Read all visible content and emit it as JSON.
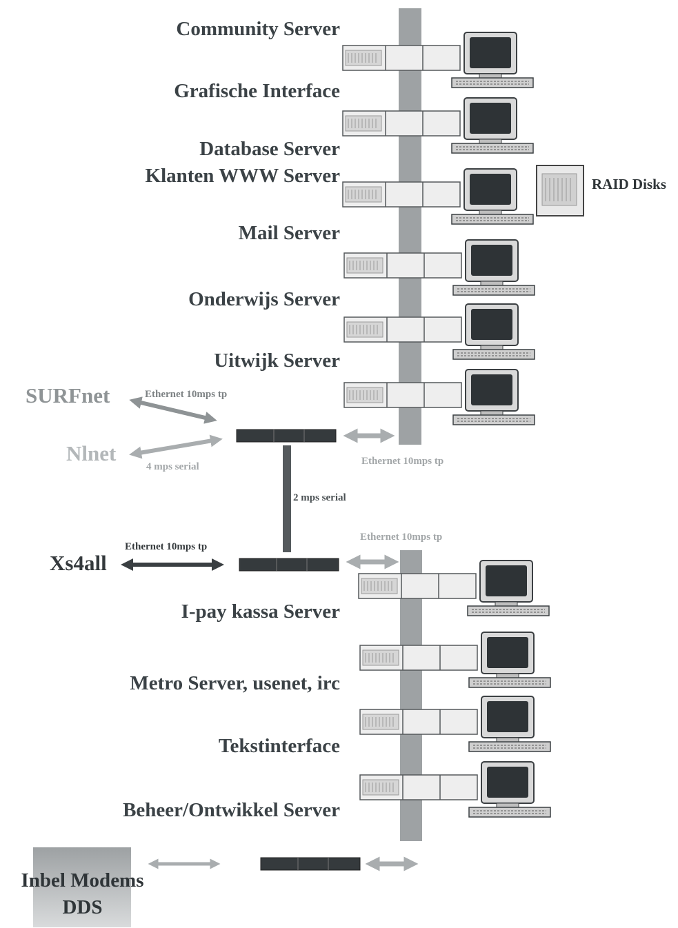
{
  "upper_servers": [
    "Community Server",
    "Grafische Interface",
    "Database Server",
    "Klanten WWW Server",
    "Mail Server",
    "Onderwijs Server",
    "Uitwijk Server"
  ],
  "raid_label": "RAID Disks",
  "networks": {
    "surfnet": {
      "name": "SURFnet",
      "link": "Ethernet 10mps tp"
    },
    "nlnet": {
      "name": "Nlnet",
      "link": "4 mps serial"
    },
    "xs4all": {
      "name": "Xs4all",
      "link": "Ethernet 10mps tp"
    }
  },
  "links": {
    "upper_router_to_backbone": "Ethernet 10mps tp",
    "routers_serial": "2 mps serial",
    "lower_router_to_backbone": "Ethernet 10mps tp"
  },
  "lower_servers": [
    "I-pay kassa Server",
    "Metro Server, usenet, irc",
    "Tekstinterface",
    "Beheer/Ontwikkel Server"
  ],
  "modems": {
    "line1": "Inbel Modems",
    "line2": "DDS"
  }
}
